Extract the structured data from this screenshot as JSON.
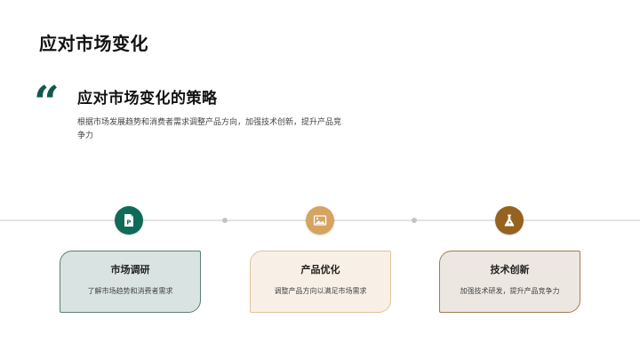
{
  "slide": {
    "title": "应对市场变化",
    "quote": {
      "mark": "“",
      "heading": "应对市场变化的策略",
      "body": "根据市场发展趋势和消费者需求调整产品方向，加强技术创新，提升产品竞争力"
    },
    "timeline": {
      "line_color": "#e3e3e3",
      "dot_color": "#c4c4c4"
    },
    "steps": [
      {
        "icon": "document-p-icon",
        "icon_letter": "P",
        "icon_color": "#0f6b58",
        "title": "市场调研",
        "description": "了解市场趋势和消费者需求",
        "card_bg": "#d9e3e1",
        "card_border": "#5b7f77"
      },
      {
        "icon": "image-icon",
        "icon_color": "#d5a461",
        "title": "产品优化",
        "description": "调整产品方向以满足市场需求",
        "card_bg": "#f8f0e6",
        "card_border": "#e0c39b"
      },
      {
        "icon": "flask-icon",
        "icon_color": "#95621f",
        "title": "技术创新",
        "description": "加强技术研发，提升产品竞争力",
        "card_bg": "#ece7e0",
        "card_border": "#9e7d55"
      }
    ]
  }
}
